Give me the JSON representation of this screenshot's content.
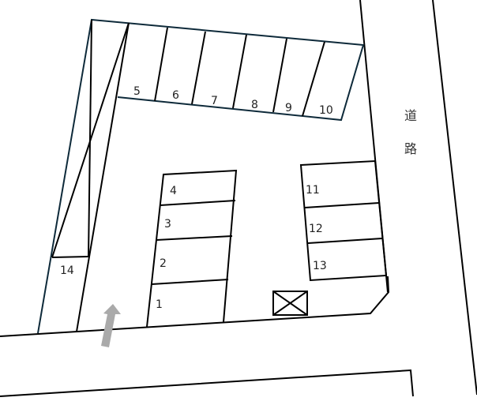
{
  "diagram": {
    "type": "parking-lot-layout",
    "road_label": [
      "道",
      "路"
    ],
    "spaces": [
      {
        "number": "1",
        "label": "1"
      },
      {
        "number": "2",
        "label": "2"
      },
      {
        "number": "3",
        "label": "3"
      },
      {
        "number": "4",
        "label": "4"
      },
      {
        "number": "5",
        "label": "5"
      },
      {
        "number": "6",
        "label": "6"
      },
      {
        "number": "7",
        "label": "7"
      },
      {
        "number": "8",
        "label": "8"
      },
      {
        "number": "9",
        "label": "9"
      },
      {
        "number": "10",
        "label": "10"
      },
      {
        "number": "11",
        "label": "11"
      },
      {
        "number": "12",
        "label": "12"
      },
      {
        "number": "13",
        "label": "13"
      },
      {
        "number": "14",
        "label": "14"
      }
    ],
    "entrance_arrow": {
      "color": "#aaaaaa",
      "direction": "up"
    },
    "unavailable_box": {
      "symbol": "x-box"
    },
    "colors": {
      "line": "#000000",
      "outer_boundary": "#0e2a3a",
      "arrow": "#aaaaaa"
    }
  }
}
